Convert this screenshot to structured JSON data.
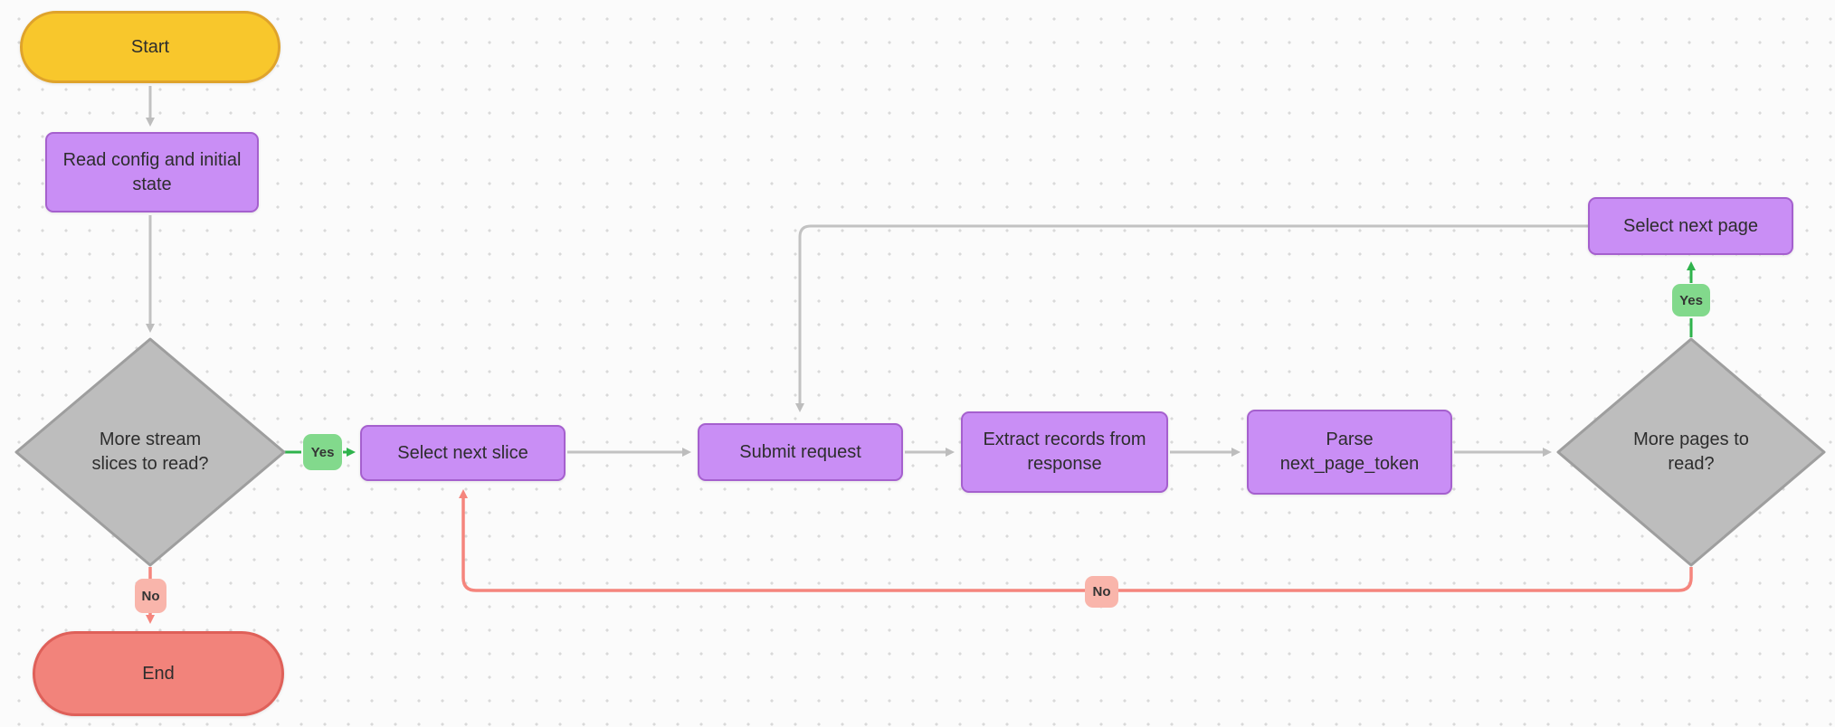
{
  "diagram": {
    "nodes": {
      "start": {
        "label": "Start",
        "type": "terminator",
        "fill": "#f8c72c",
        "border": "#dfa32b"
      },
      "read_config": {
        "label": "Read config and initial state",
        "type": "process",
        "fill": "#c98ef5",
        "border": "#a560ce"
      },
      "more_slices": {
        "label": "More stream\nslices to read?",
        "type": "decision",
        "fill": "#bdbdbd",
        "border": "#9e9e9e"
      },
      "select_next_slice": {
        "label": "Select next slice",
        "type": "process",
        "fill": "#c98ef5",
        "border": "#a560ce"
      },
      "submit_request": {
        "label": "Submit request",
        "type": "process",
        "fill": "#c98ef5",
        "border": "#a560ce"
      },
      "extract_records": {
        "label": "Extract records from\nresponse",
        "type": "process",
        "fill": "#c98ef5",
        "border": "#a560ce"
      },
      "parse_token": {
        "label": "Parse\nnext_page_token",
        "type": "process",
        "fill": "#c98ef5",
        "border": "#a560ce"
      },
      "more_pages": {
        "label": "More pages to\nread?",
        "type": "decision",
        "fill": "#bdbdbd",
        "border": "#9e9e9e"
      },
      "select_next_page": {
        "label": "Select next page",
        "type": "process",
        "fill": "#c98ef5",
        "border": "#a560ce"
      },
      "end": {
        "label": "End",
        "type": "terminator",
        "fill": "#f2837b",
        "border": "#df6059"
      }
    },
    "edge_labels": {
      "slices_yes": "Yes",
      "slices_no": "No",
      "pages_yes": "Yes",
      "pages_no": "No"
    },
    "edges": [
      {
        "from": "start",
        "to": "read_config",
        "color": "#c2c2c2"
      },
      {
        "from": "read_config",
        "to": "more_slices",
        "color": "#c2c2c2"
      },
      {
        "from": "more_slices",
        "to": "select_next_slice",
        "label": "Yes",
        "color": "#2fb34c"
      },
      {
        "from": "more_slices",
        "to": "end",
        "label": "No",
        "color": "#f5857d"
      },
      {
        "from": "select_next_slice",
        "to": "submit_request",
        "color": "#c2c2c2"
      },
      {
        "from": "submit_request",
        "to": "extract_records",
        "color": "#c2c2c2"
      },
      {
        "from": "extract_records",
        "to": "parse_token",
        "color": "#c2c2c2"
      },
      {
        "from": "parse_token",
        "to": "more_pages",
        "color": "#c2c2c2"
      },
      {
        "from": "more_pages",
        "to": "select_next_page",
        "label": "Yes",
        "color": "#2fb34c"
      },
      {
        "from": "more_pages",
        "to": "select_next_slice",
        "label": "No",
        "color": "#f5857d"
      },
      {
        "from": "select_next_page",
        "to": "submit_request",
        "color": "#c2c2c2"
      }
    ],
    "colors": {
      "canvas_bg": "#fbfbfb",
      "grid_dot": "#d9d9d9",
      "edge_gray": "#c2c2c2",
      "edge_green": "#2fb34c",
      "edge_red": "#f5857d",
      "badge_yes_bg": "#82d98c",
      "badge_no_bg": "#f9b5ab",
      "text": "#2d2d2d"
    }
  }
}
